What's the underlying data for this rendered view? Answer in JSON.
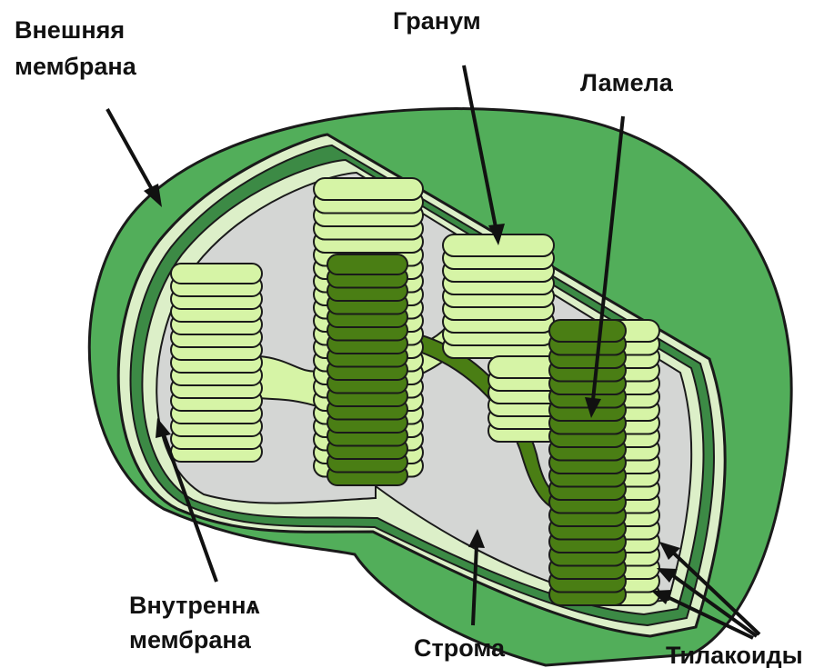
{
  "labels": {
    "outer_membrane": [
      "Внешняя",
      "мембрана"
    ],
    "granum": "Гранум",
    "lamella": "Ламела",
    "inner_membrane": [
      "Внутреннѧ",
      "мембрана"
    ],
    "stroma": "Строма",
    "thylakoids": "Тилакоиды"
  },
  "colors": {
    "outer_green": "#52ae5a",
    "outer_edge": "#2f6e36",
    "dark_band": "#3c8a45",
    "pale_band": "#dcefc8",
    "stroma": "#d4d6d4",
    "disk_light": "#d6f4a6",
    "disk_dark": "#4a7e14",
    "stroke": "#1a1a1a"
  }
}
